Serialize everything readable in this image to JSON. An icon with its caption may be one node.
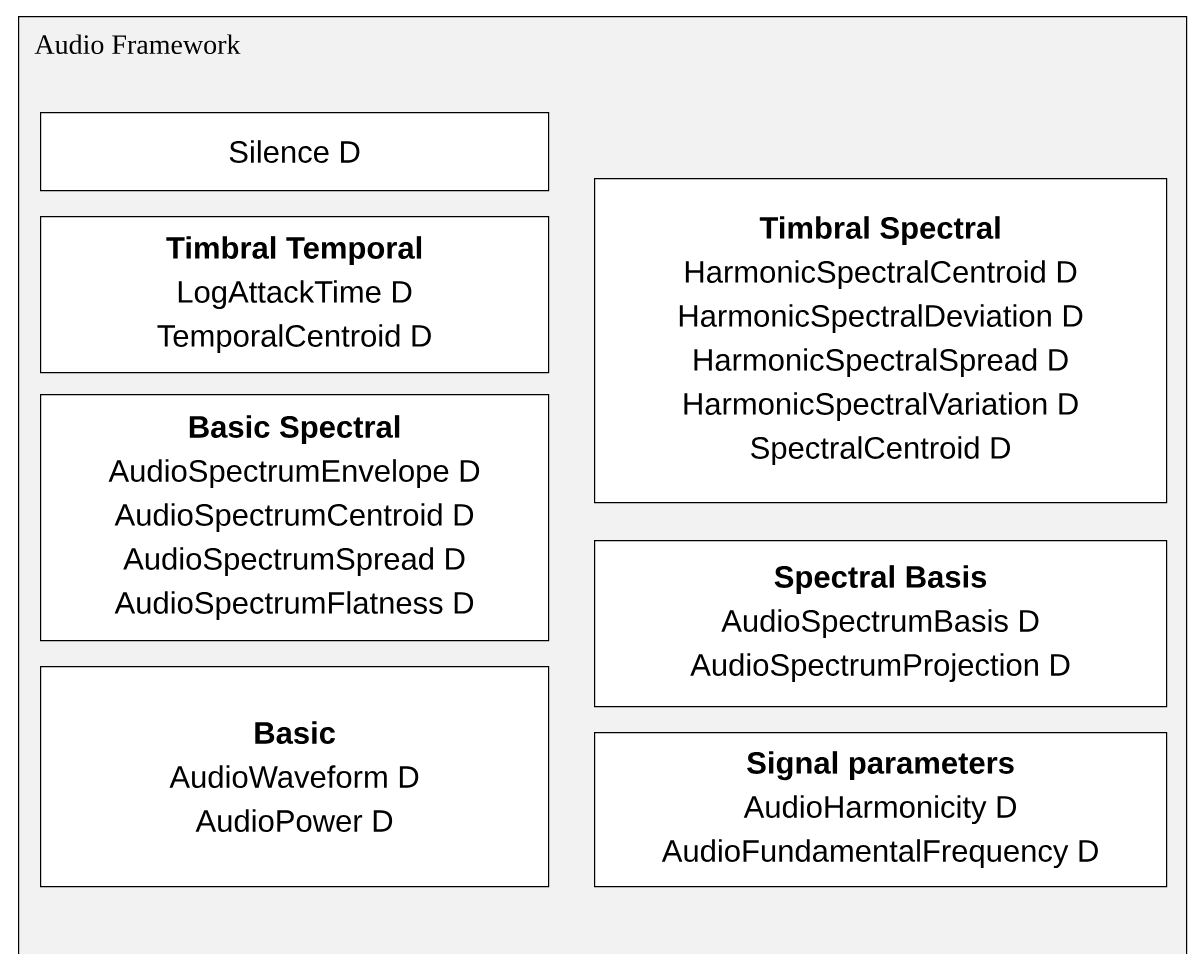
{
  "diagram": {
    "nodes": [
      {
        "text": [
          "Audio Framework"
        ]
      },
      {
        "text": [
          "Silence D"
        ],
        "in": 0
      },
      {
        "text": [
          "Timbral Temporal",
          "LogAttackTime D",
          "TemporalCentroid D"
        ],
        "in": 0
      },
      {
        "text": [
          "Basic Spectral",
          "AudioSpectrumEnvelope D",
          "AudioSpectrumCentroid D",
          "AudioSpectrumSpread D",
          "AudioSpectrumFlatness D"
        ],
        "in": 0
      },
      {
        "text": [
          "Basic",
          "AudioWaveform D",
          "AudioPower D"
        ],
        "in": 0
      },
      {
        "text": [
          "Timbral Spectral",
          "HarmonicSpectralCentroid D",
          "HarmonicSpectralDeviation D",
          "HarmonicSpectralSpread D",
          "HarmonicSpectralVariation D",
          "SpectralCentroid D"
        ],
        "in": 0
      },
      {
        "text": [
          "Spectral Basis",
          "AudioSpectrumBasis D",
          "AudioSpectrumProjection D"
        ],
        "in": 0
      },
      {
        "text": [
          "Signal parameters",
          "AudioHarmonicity D",
          "AudioFundamentalFrequency D"
        ],
        "in": 0
      }
    ]
  }
}
